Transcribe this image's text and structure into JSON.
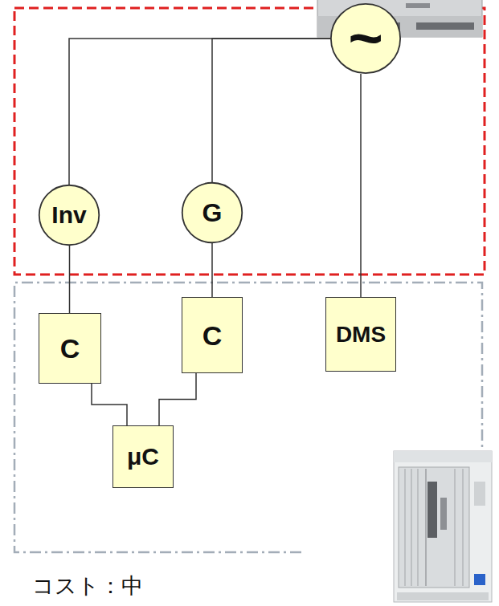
{
  "diagram": {
    "nodes": [
      {
        "text": [
          "~"
        ]
      },
      {
        "text": [
          "Inv"
        ]
      },
      {
        "text": [
          "G"
        ]
      },
      {
        "text": [
          "C"
        ]
      },
      {
        "text": [
          "C"
        ]
      },
      {
        "text": [
          "DMS"
        ]
      },
      {
        "text": [
          "μC"
        ]
      }
    ],
    "edges": [
      {
        "from": 1,
        "to": 0,
        "arrow": "none"
      },
      {
        "from": 2,
        "to": 0,
        "arrow": "none"
      },
      {
        "from": 0,
        "to": 5,
        "arrow": "none"
      },
      {
        "from": 1,
        "to": 3,
        "arrow": "none"
      },
      {
        "from": 2,
        "to": 4,
        "arrow": "none"
      },
      {
        "from": 3,
        "to": 6,
        "arrow": "none"
      },
      {
        "from": 4,
        "to": 6,
        "arrow": "none"
      }
    ],
    "labels": [
      "コスト：中"
    ]
  }
}
